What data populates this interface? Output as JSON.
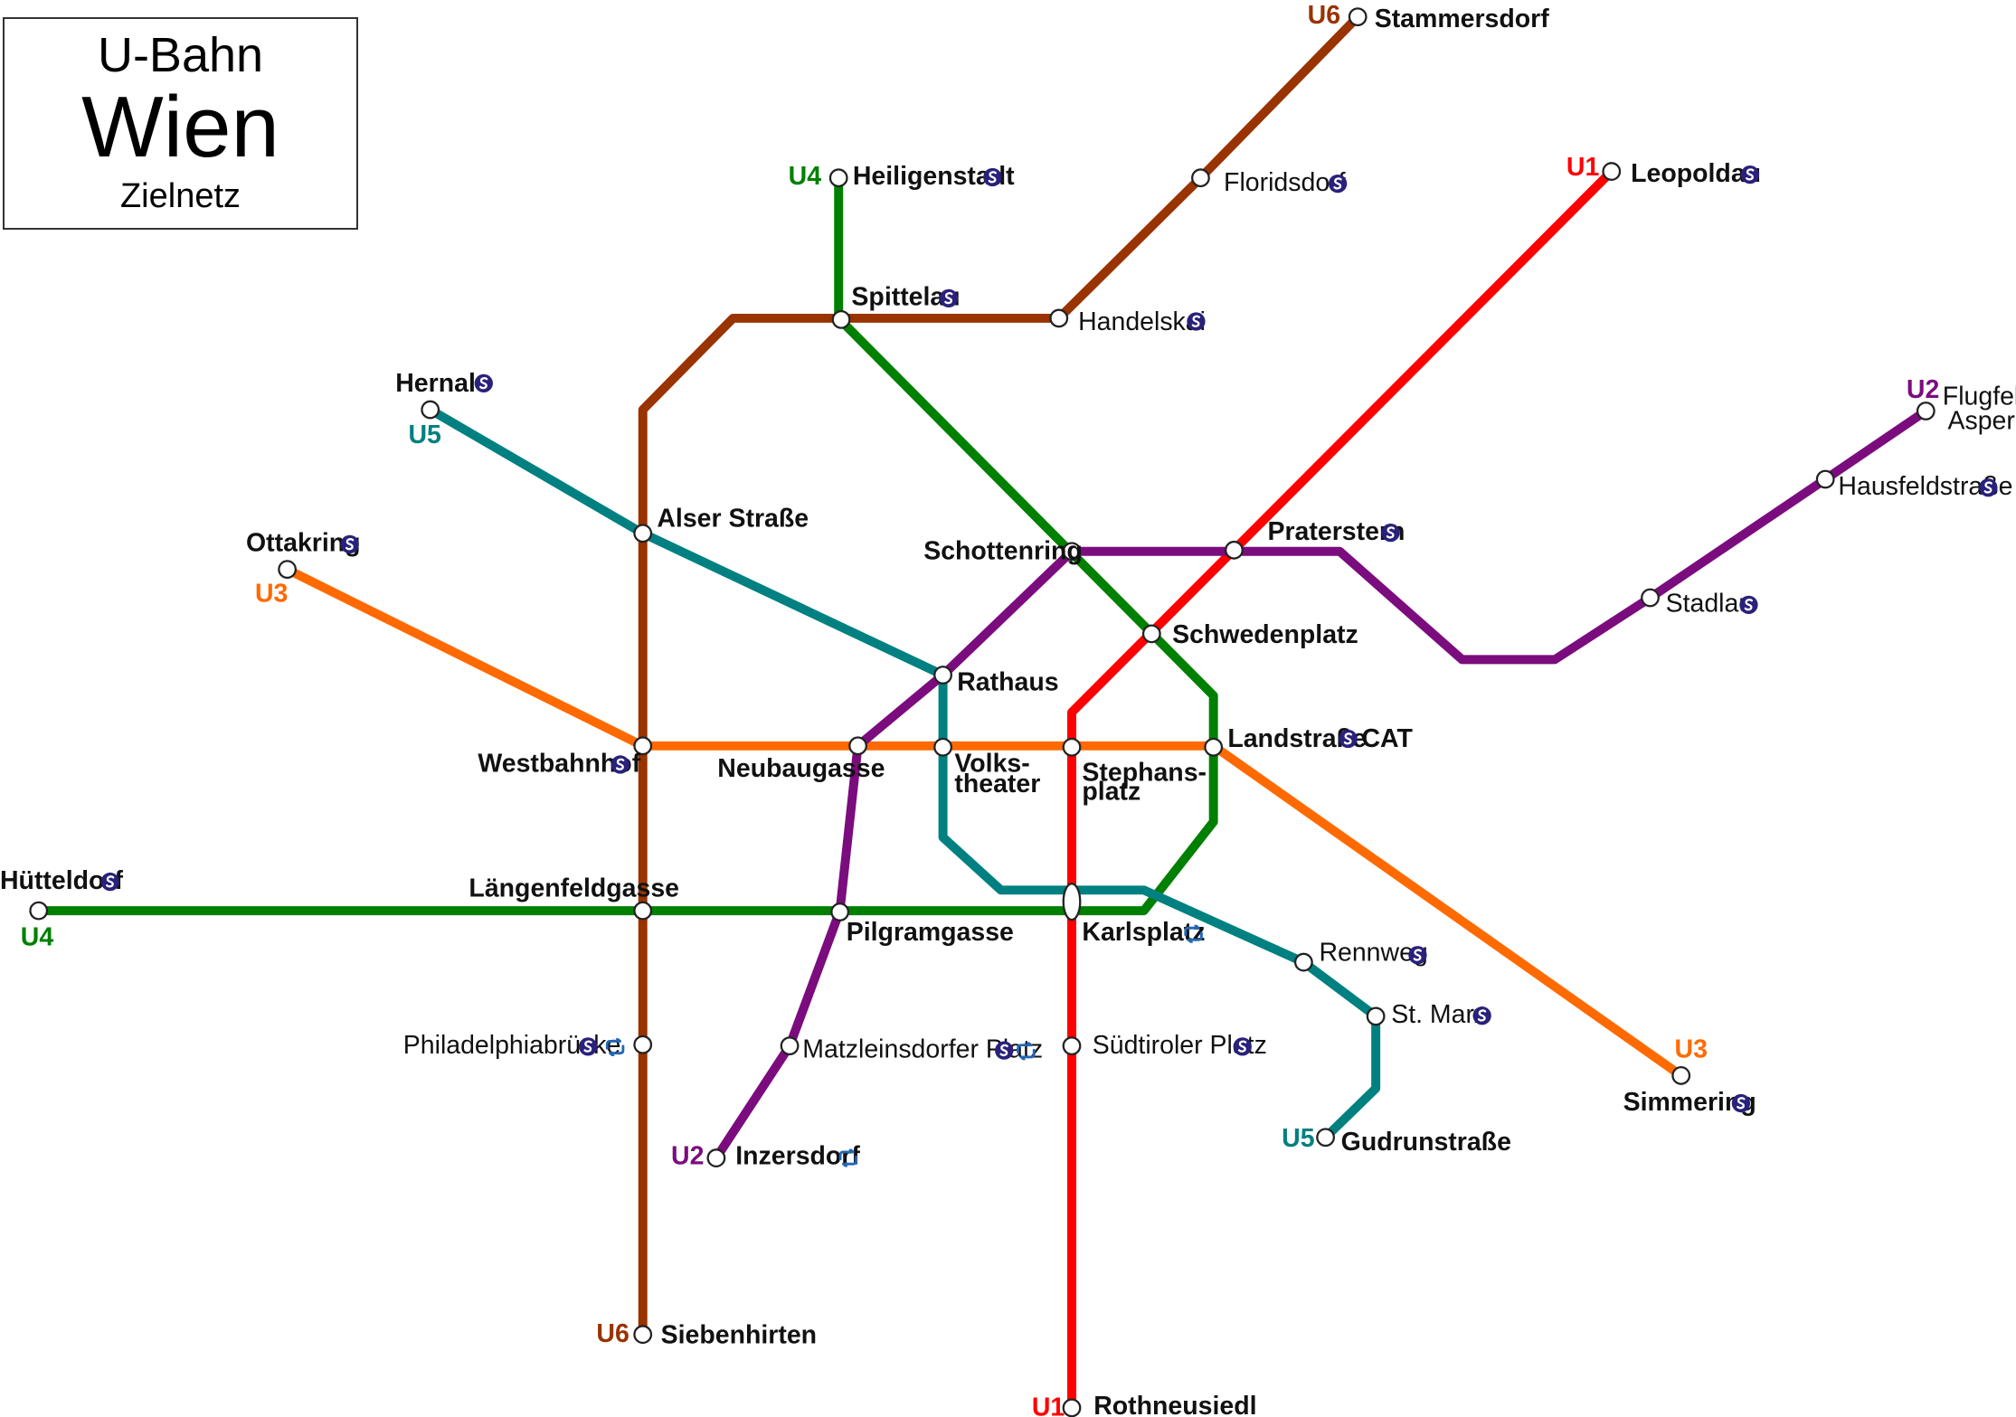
{
  "title": {
    "line1": "U-Bahn",
    "line2": "Wien",
    "line3": "Zielnetz"
  },
  "colors": {
    "U1": "#ff0000",
    "U2": "#7b0c7e",
    "U3": "#ff6a00",
    "U4": "#008000",
    "U5": "#008080",
    "U6": "#993300",
    "CAT": "#33cc33",
    "sbahn": "#29217a",
    "regional": "#2466b3"
  },
  "lines": [
    {
      "id": "U1",
      "name": "U1",
      "color": "#ff0000"
    },
    {
      "id": "U2",
      "name": "U2",
      "color": "#7b0c7e"
    },
    {
      "id": "U3",
      "name": "U3",
      "color": "#ff6a00"
    },
    {
      "id": "U4",
      "name": "U4",
      "color": "#008000"
    },
    {
      "id": "U5",
      "name": "U5",
      "color": "#008080"
    },
    {
      "id": "U6",
      "name": "U6",
      "color": "#993300"
    }
  ],
  "line_tags": [
    {
      "line": "U6",
      "text": "U6"
    },
    {
      "line": "U4",
      "text": "U4"
    },
    {
      "line": "U1",
      "text": "U1"
    },
    {
      "line": "U2",
      "text": "U2"
    },
    {
      "line": "U5",
      "text": "U5"
    },
    {
      "line": "U3",
      "text": "U3"
    },
    {
      "line": "U4",
      "text": "U4"
    },
    {
      "line": "U6",
      "text": "U6"
    },
    {
      "line": "U2",
      "text": "U2"
    },
    {
      "line": "U5",
      "text": "U5"
    },
    {
      "line": "U3",
      "text": "U3"
    },
    {
      "line": "U1",
      "text": "U1"
    }
  ],
  "stations": [
    {
      "name": "Stammersdorf",
      "bold": true,
      "icons": []
    },
    {
      "name": "Heiligenstadt",
      "bold": true,
      "icons": [
        "sbahn"
      ]
    },
    {
      "name": "Floridsdorf",
      "bold": false,
      "icons": [
        "sbahn"
      ]
    },
    {
      "name": "Leopoldau",
      "bold": true,
      "icons": [
        "sbahn"
      ]
    },
    {
      "name": "Spittelau",
      "bold": true,
      "icons": [
        "sbahn"
      ]
    },
    {
      "name": "Handelskai",
      "bold": false,
      "icons": [
        "sbahn"
      ]
    },
    {
      "name": "Hernals",
      "bold": true,
      "icons": [
        "sbahn"
      ]
    },
    {
      "name": "Flugfeld",
      "bold": false,
      "icons": []
    },
    {
      "name": "Aspern",
      "bold": false,
      "icons": []
    },
    {
      "name": "Alser Straße",
      "bold": true,
      "icons": []
    },
    {
      "name": "Ottakring",
      "bold": true,
      "icons": [
        "sbahn"
      ]
    },
    {
      "name": "Hausfeldstraße",
      "bold": false,
      "icons": [
        "sbahn"
      ]
    },
    {
      "name": "Schottenring",
      "bold": true,
      "icons": []
    },
    {
      "name": "Praterstern",
      "bold": true,
      "icons": [
        "sbahn"
      ]
    },
    {
      "name": "Stadlau",
      "bold": false,
      "icons": [
        "sbahn"
      ]
    },
    {
      "name": "Schwedenplatz",
      "bold": true,
      "icons": []
    },
    {
      "name": "Rathaus",
      "bold": true,
      "icons": []
    },
    {
      "name": "Westbahnhof",
      "bold": true,
      "icons": [
        "sbahn"
      ]
    },
    {
      "name": "Neubaugasse",
      "bold": true,
      "icons": []
    },
    {
      "name": "Volks-",
      "bold": true,
      "icons": []
    },
    {
      "name": "theater",
      "bold": true,
      "icons": []
    },
    {
      "name": "Stephans-",
      "bold": true,
      "icons": []
    },
    {
      "name": "platz",
      "bold": true,
      "icons": []
    },
    {
      "name": "Landstraße",
      "bold": true,
      "icons": [
        "sbahn"
      ],
      "extra": "CAT"
    },
    {
      "name": "Hütteldorf",
      "bold": true,
      "icons": [
        "sbahn"
      ]
    },
    {
      "name": "Längenfeldgasse",
      "bold": true,
      "icons": []
    },
    {
      "name": "Pilgramgasse",
      "bold": true,
      "icons": []
    },
    {
      "name": "Karlsplatz",
      "bold": true,
      "icons": [
        "regional"
      ]
    },
    {
      "name": "Rennweg",
      "bold": false,
      "icons": [
        "sbahn"
      ]
    },
    {
      "name": "St. Marx",
      "bold": false,
      "icons": [
        "sbahn"
      ]
    },
    {
      "name": "Philadelphiabrücke",
      "bold": false,
      "icons": [
        "sbahn",
        "regional"
      ]
    },
    {
      "name": "Matzleinsdorfer Platz",
      "bold": false,
      "icons": [
        "sbahn",
        "regional"
      ]
    },
    {
      "name": "Südtiroler Platz",
      "bold": false,
      "icons": [
        "sbahn"
      ]
    },
    {
      "name": "Simmering",
      "bold": true,
      "icons": [
        "sbahn"
      ]
    },
    {
      "name": "Gudrunstraße",
      "bold": true,
      "icons": []
    },
    {
      "name": "Inzersdorf",
      "bold": true,
      "icons": [
        "regional"
      ]
    },
    {
      "name": "Siebenhirten",
      "bold": true,
      "icons": []
    },
    {
      "name": "Rothneusiedl",
      "bold": true,
      "icons": []
    }
  ]
}
